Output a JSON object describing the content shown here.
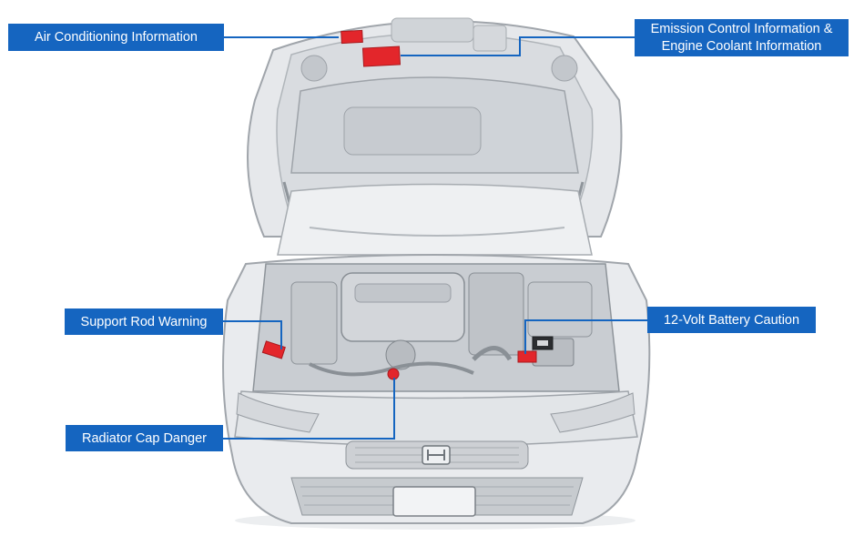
{
  "labels": {
    "air_conditioning": "Air Conditioning Information",
    "emission_line1": "Emission Control Information &",
    "emission_line2": "Engine Coolant Information",
    "support_rod": "Support Rod Warning",
    "battery": "12-Volt Battery Caution",
    "radiator_cap": "Radiator Cap Danger"
  },
  "colors": {
    "callout_blue": "#1565c0",
    "label_red": "#e3262b",
    "car_body": "#e4e6ea",
    "car_outline": "#9aa0a6"
  }
}
